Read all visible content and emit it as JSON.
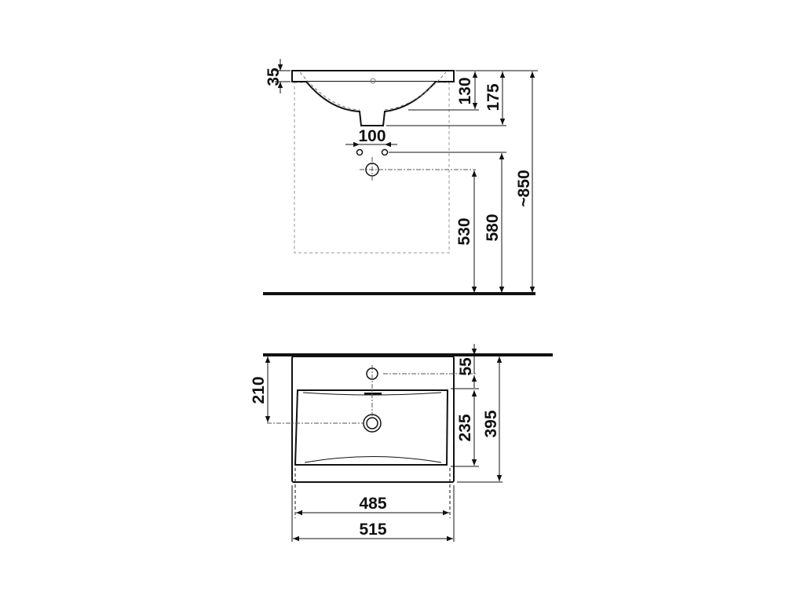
{
  "drawing": {
    "title": "Washbasin technical drawing",
    "colors": {
      "line": "#111111",
      "hidden": "#888888",
      "background": "#ffffff"
    },
    "side_view": {
      "dimensions": {
        "rim_thickness": "35",
        "bowl_depth": "130",
        "overall_depth": "175",
        "tap_spacing": "100",
        "waste_height": "530",
        "supply_height": "580",
        "installation_height": "~850"
      }
    },
    "top_view": {
      "dimensions": {
        "tap_hole_offset": "55",
        "waste_from_wall": "210",
        "bowl_length": "235",
        "overall_depth": "395",
        "bowl_width": "485",
        "overall_width": "515"
      }
    }
  }
}
